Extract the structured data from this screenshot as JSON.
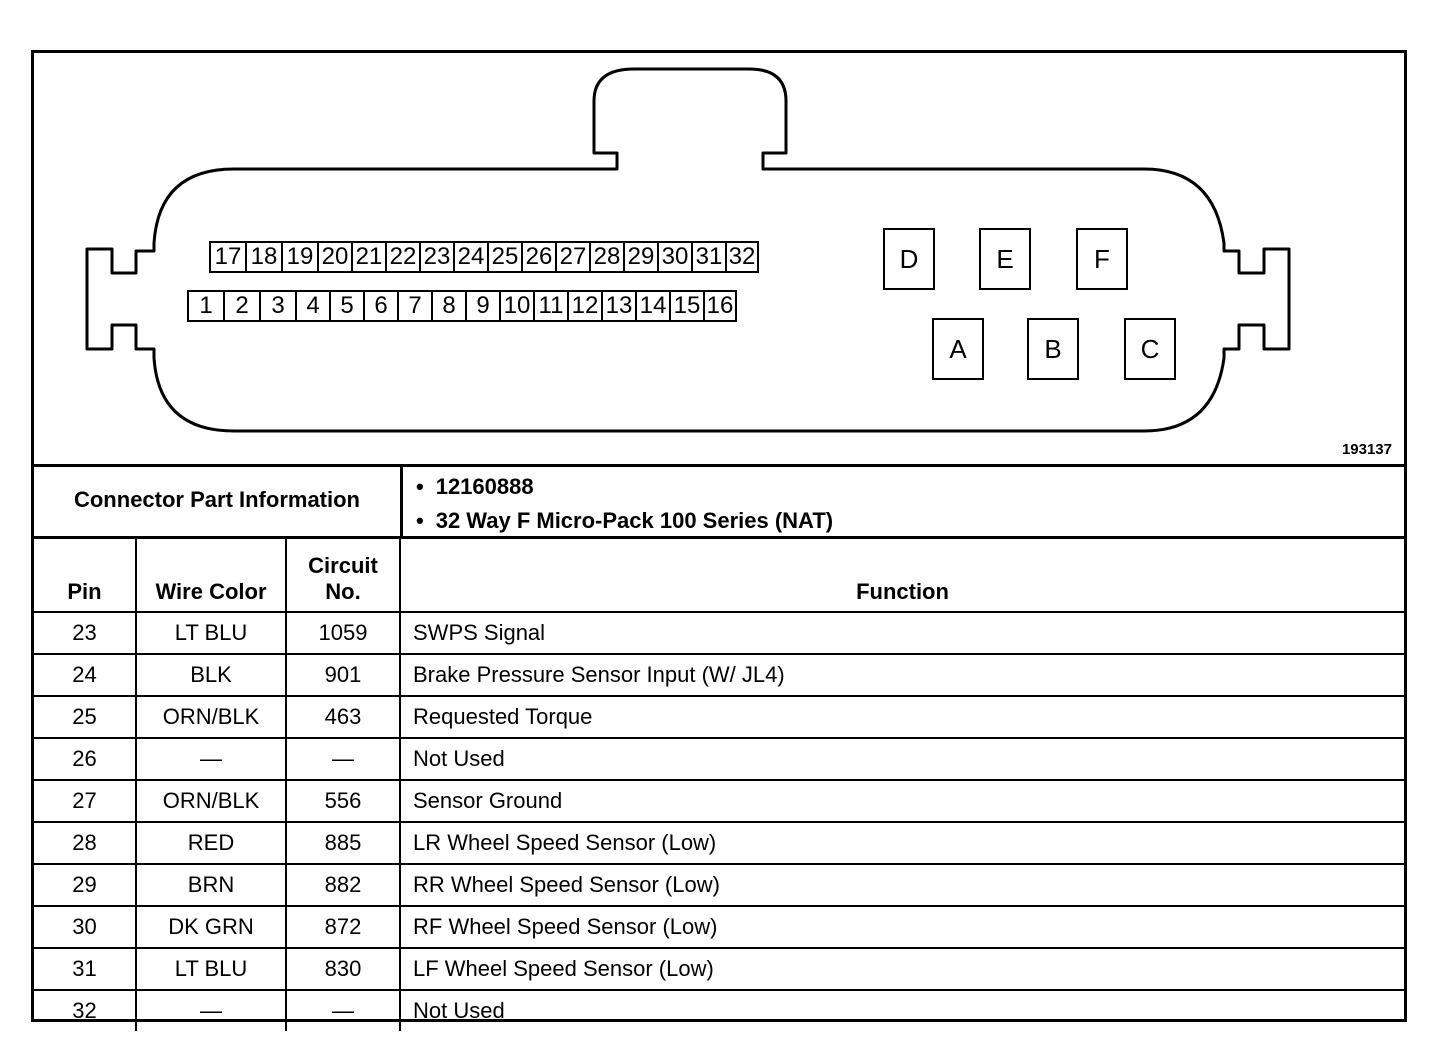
{
  "figure_id": "193137",
  "connector": {
    "top_row_pins": [
      "17",
      "18",
      "19",
      "20",
      "21",
      "22",
      "23",
      "24",
      "25",
      "26",
      "27",
      "28",
      "29",
      "30",
      "31",
      "32"
    ],
    "bottom_row_pins": [
      "1",
      "2",
      "3",
      "4",
      "5",
      "6",
      "7",
      "8",
      "9",
      "10",
      "11",
      "12",
      "13",
      "14",
      "15",
      "16"
    ],
    "cavities_top": [
      "D",
      "E",
      "F"
    ],
    "cavities_bottom": [
      "A",
      "B",
      "C"
    ]
  },
  "part_info": {
    "label": "Connector Part Information",
    "items": [
      "12160888",
      "32 Way F Micro-Pack 100 Series (NAT)"
    ]
  },
  "table": {
    "headers": {
      "pin": "Pin",
      "wire_color": "Wire Color",
      "circuit_line1": "Circuit",
      "circuit_line2": "No.",
      "function": "Function"
    },
    "rows": [
      {
        "pin": "23",
        "wire_color": "LT BLU",
        "circuit": "1059",
        "function": "SWPS Signal"
      },
      {
        "pin": "24",
        "wire_color": "BLK",
        "circuit": "901",
        "function": "Brake Pressure Sensor Input (W/ JL4)"
      },
      {
        "pin": "25",
        "wire_color": "ORN/BLK",
        "circuit": "463",
        "function": "Requested Torque"
      },
      {
        "pin": "26",
        "wire_color": "—",
        "circuit": "—",
        "function": "Not Used"
      },
      {
        "pin": "27",
        "wire_color": "ORN/BLK",
        "circuit": "556",
        "function": "Sensor Ground"
      },
      {
        "pin": "28",
        "wire_color": "RED",
        "circuit": "885",
        "function": "LR Wheel Speed Sensor (Low)"
      },
      {
        "pin": "29",
        "wire_color": "BRN",
        "circuit": "882",
        "function": "RR Wheel Speed Sensor (Low)"
      },
      {
        "pin": "30",
        "wire_color": "DK GRN",
        "circuit": "872",
        "function": "RF Wheel Speed Sensor (Low)"
      },
      {
        "pin": "31",
        "wire_color": "LT BLU",
        "circuit": "830",
        "function": "LF Wheel Speed Sensor (Low)"
      },
      {
        "pin": "32",
        "wire_color": "—",
        "circuit": "—",
        "function": "Not Used"
      }
    ]
  }
}
